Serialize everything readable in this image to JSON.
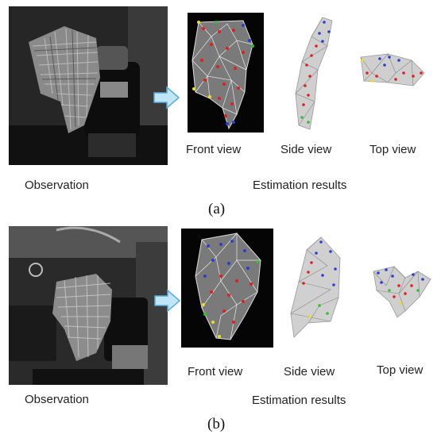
{
  "panel_a": {
    "observation_label": "Observation",
    "estimation_label": "Estimation results",
    "front_view_label": "Front view",
    "side_view_label": "Side view",
    "top_view_label": "Top view",
    "caption": "(a)"
  },
  "panel_b": {
    "observation_label": "Observation",
    "estimation_label": "Estimation results",
    "front_view_label": "Front view",
    "side_view_label": "Side view",
    "top_view_label": "Top view",
    "caption": "(b)"
  },
  "colors": {
    "arrow_fill": "#bfe6f7",
    "arrow_stroke": "#5aa9d6",
    "node_red": "#e02020",
    "node_blue": "#2a3fd0",
    "node_yellow": "#e8e020",
    "node_green": "#30c030"
  }
}
